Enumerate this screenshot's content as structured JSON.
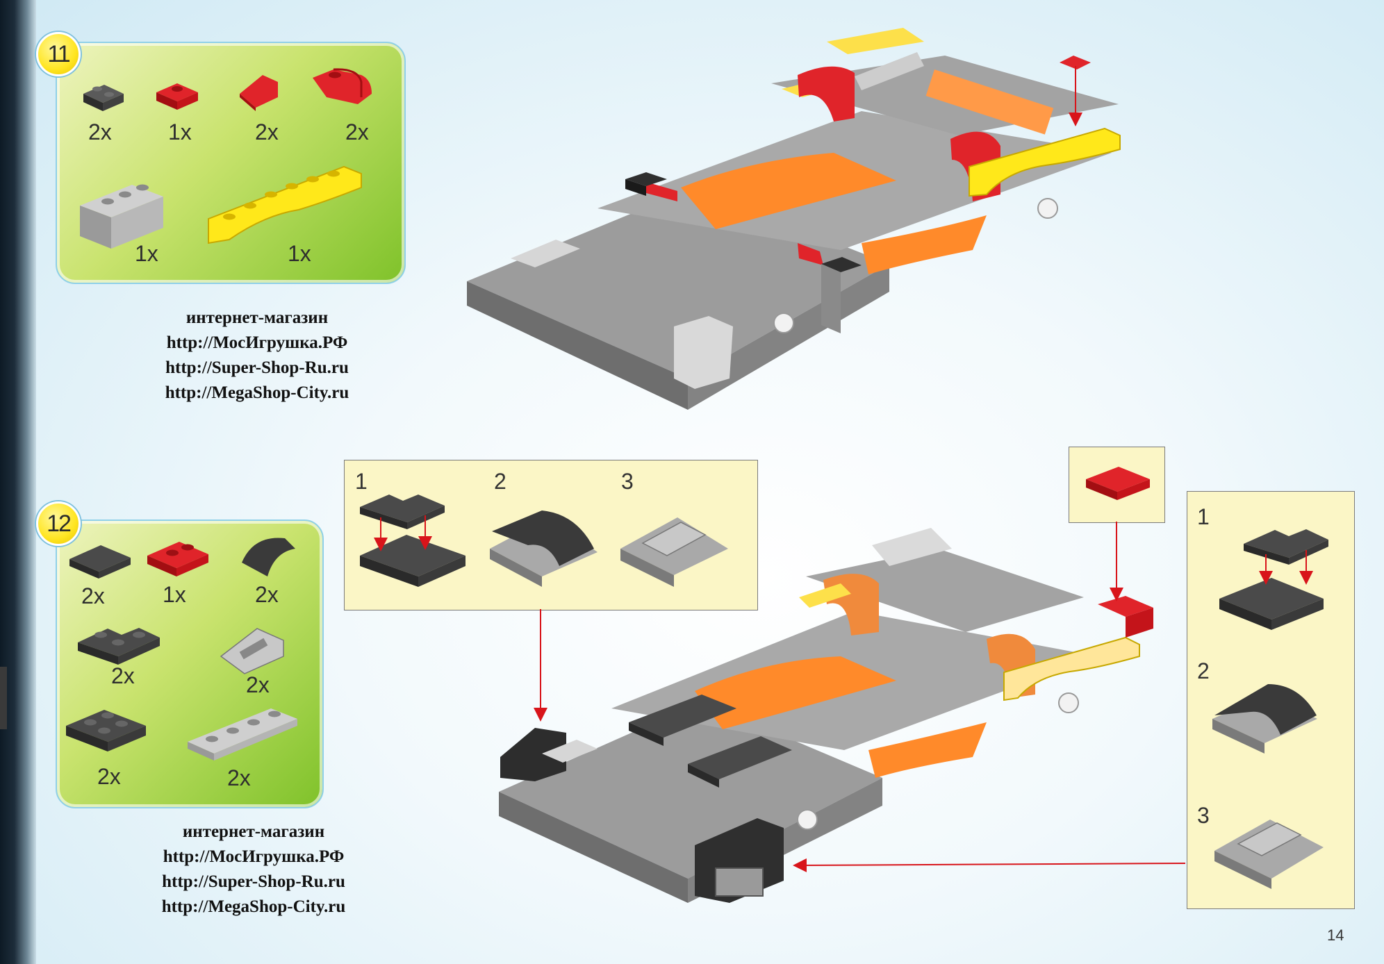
{
  "steps": [
    {
      "number": "11",
      "parts": [
        {
          "qty": "2x",
          "color": "#3d3d3d"
        },
        {
          "qty": "1x",
          "color": "#d8141a"
        },
        {
          "qty": "2x",
          "color": "#d8141a"
        },
        {
          "qty": "2x",
          "color": "#d8141a"
        },
        {
          "qty": "1x",
          "color": "#bdbdbd"
        },
        {
          "qty": "1x",
          "color": "#ffe81a"
        }
      ]
    },
    {
      "number": "12",
      "parts": [
        {
          "qty": "2x",
          "color": "#3d3d3d"
        },
        {
          "qty": "1x",
          "color": "#d8141a"
        },
        {
          "qty": "2x",
          "color": "#3d3d3d"
        },
        {
          "qty": "2x",
          "color": "#3d3d3d"
        },
        {
          "qty": "2x",
          "color": "#bdbdbd"
        },
        {
          "qty": "2x",
          "color": "#3d3d3d"
        },
        {
          "qty": "2x",
          "color": "#bdbdbd"
        }
      ]
    }
  ],
  "shop_block": {
    "line1": "интернет-магазин",
    "line2": "http://МосИгрушка.РФ",
    "line3": "http://Super-Shop-Ru.ru",
    "line4": "http://MegaShop-City.ru"
  },
  "sub_assembly_horizontal": [
    "1",
    "2",
    "3"
  ],
  "sub_assembly_vertical": [
    "1",
    "2",
    "3"
  ],
  "page_number": "14"
}
